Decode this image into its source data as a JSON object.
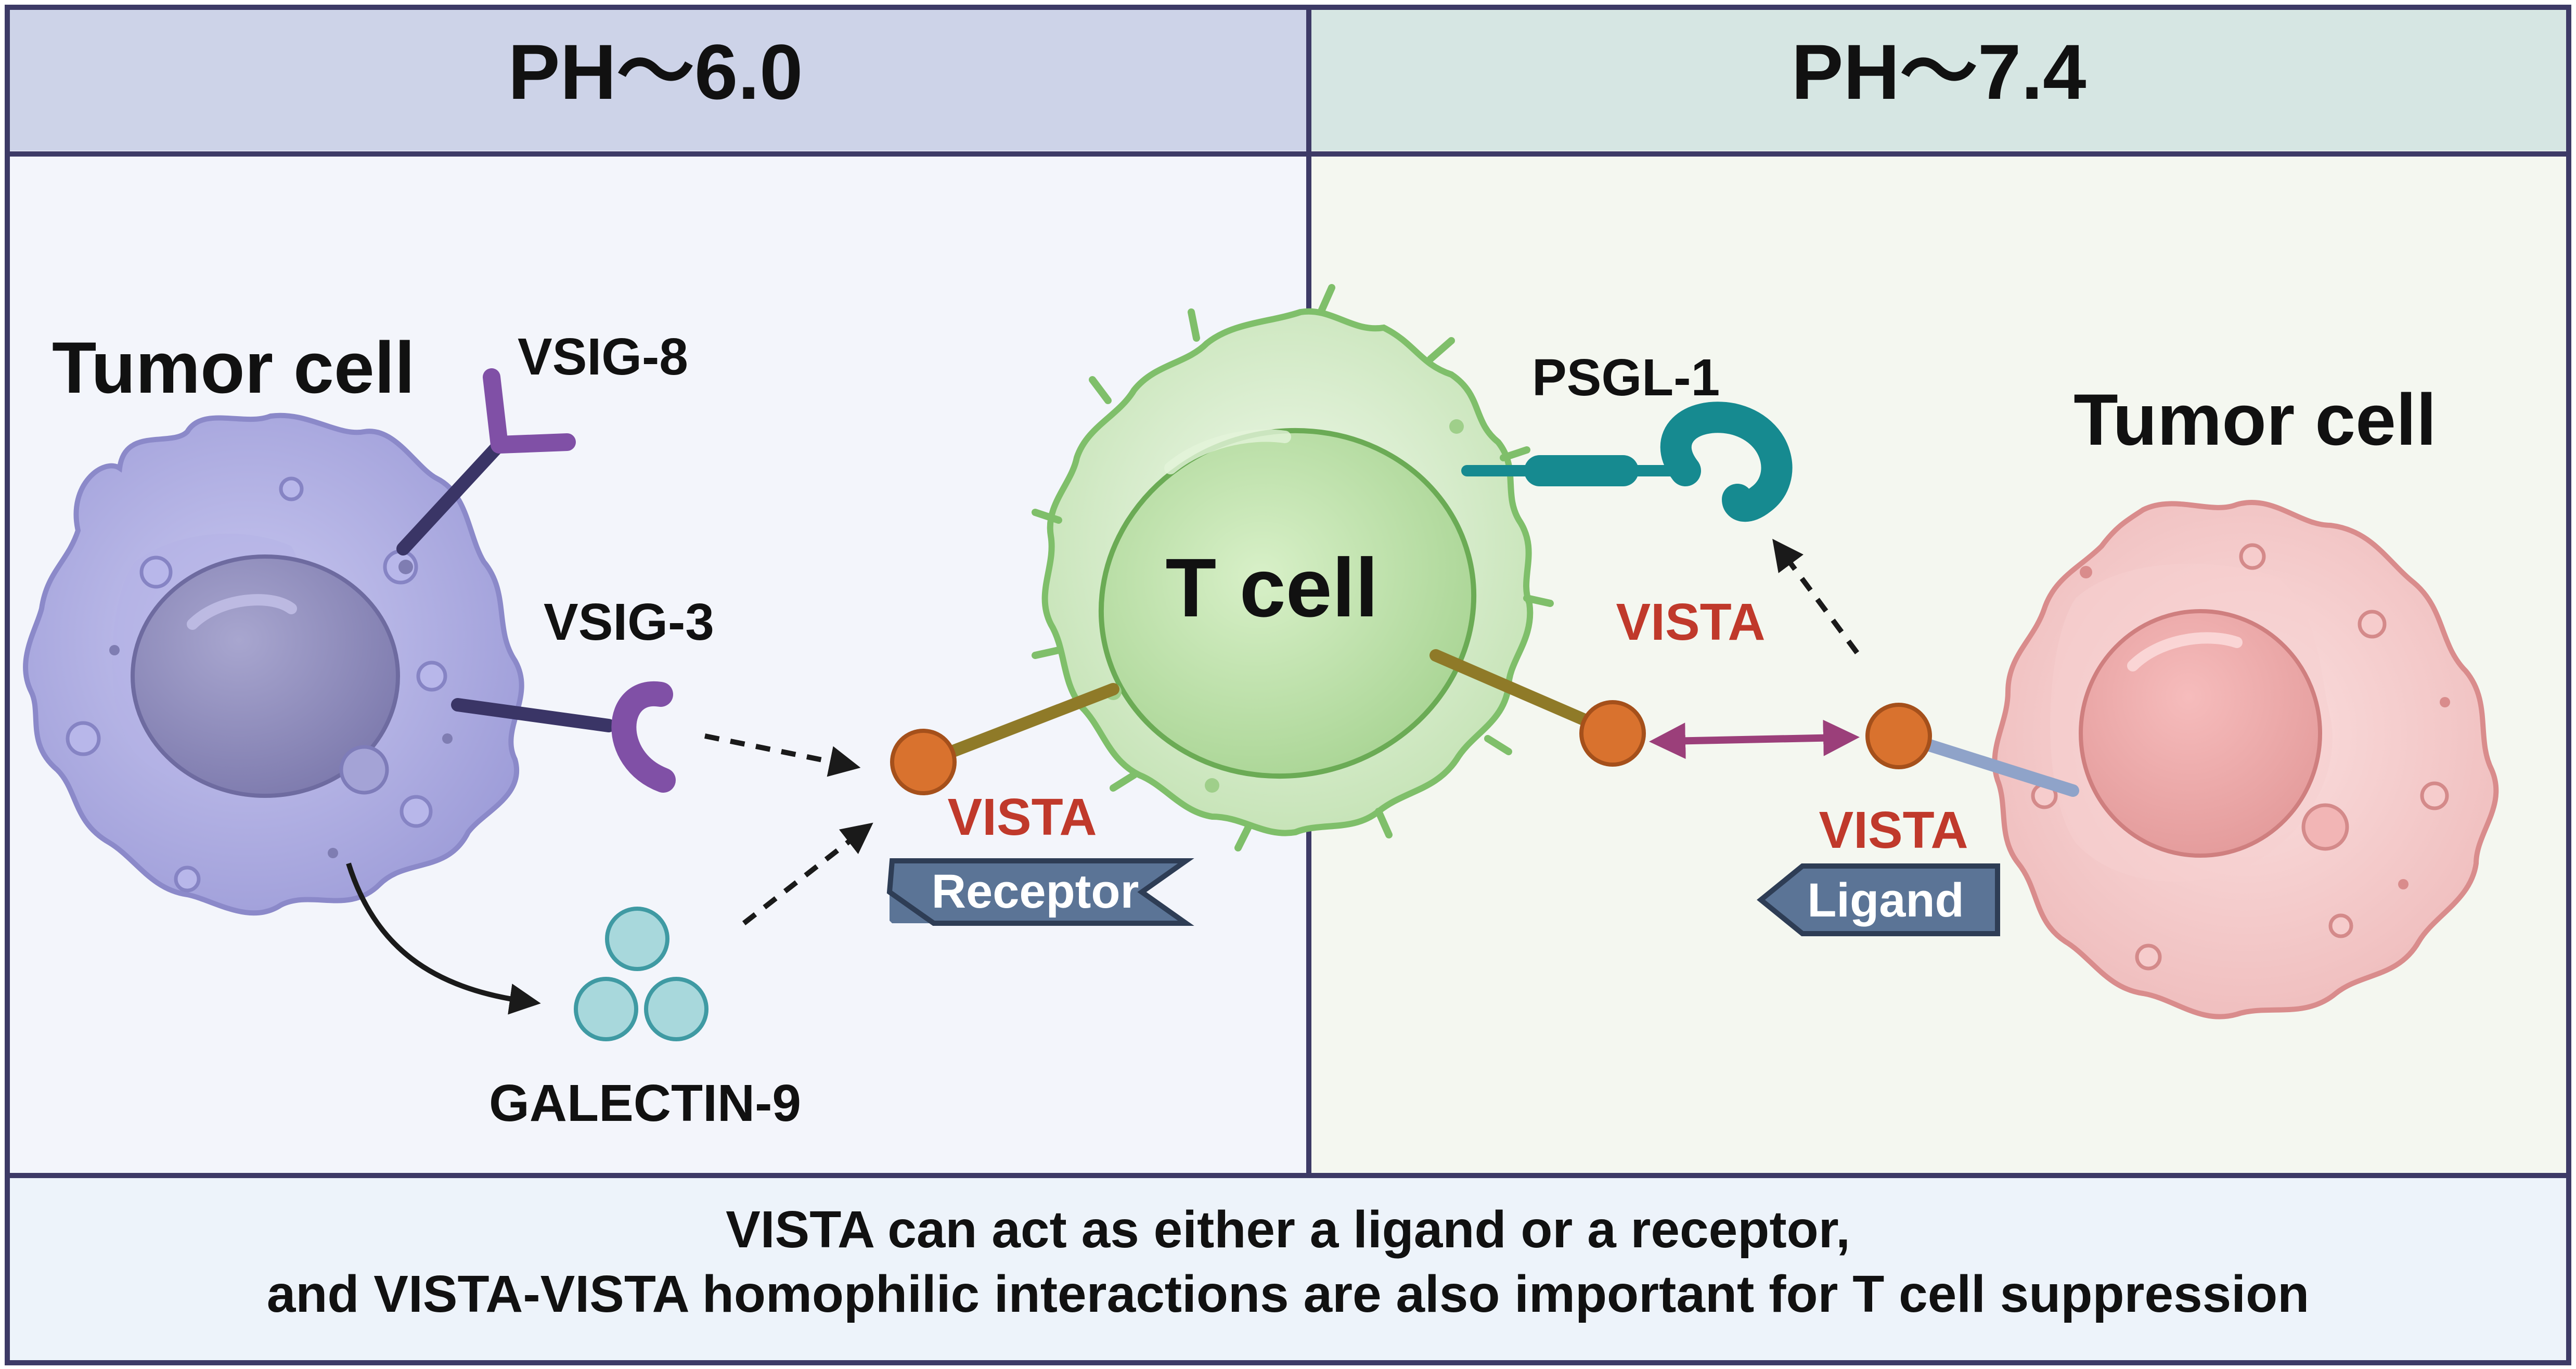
{
  "panels": {
    "left": {
      "header": "PH～6.0"
    },
    "right": {
      "header": "PH～7.4"
    }
  },
  "labels": {
    "tumor_cell_left": "Tumor cell",
    "tumor_cell_right": "Tumor cell",
    "t_cell": "T cell",
    "vsig8": "VSIG-8",
    "vsig3": "VSIG-3",
    "galectin9": "GALECTIN-9",
    "psgl1": "PSGL-1",
    "vista_receptor": "VISTA",
    "vista_tcell_right": "VISTA",
    "vista_ligand": "VISTA",
    "receptor_tag": "Receptor",
    "ligand_tag": "Ligand"
  },
  "caption": {
    "line1": "VISTA can act as either a ligand or a receptor,",
    "line2": "and VISTA-VISTA homophilic interactions are also important for T cell suppression"
  },
  "colors": {
    "frame": "#3d3a66",
    "left_header_bg": "#cdd3e8",
    "right_header_bg": "#d6e6e3",
    "left_panel_bg": "#f3f5fb",
    "right_panel_bg": "#f4f7f0",
    "caption_bg": "#edf3fa",
    "tumor_left": "#a9a8e0",
    "tumor_right": "#f2c2c2",
    "t_cell": "#cfe8c3",
    "vista_red": "#c0392b",
    "tag_blue": "#5b7496",
    "vista_ball": "#d9722e",
    "galectin": "#a8d8dc",
    "psgl1": "#168a90",
    "vsig": "#8050a6",
    "interaction_arrow": "#9b3f7a"
  }
}
